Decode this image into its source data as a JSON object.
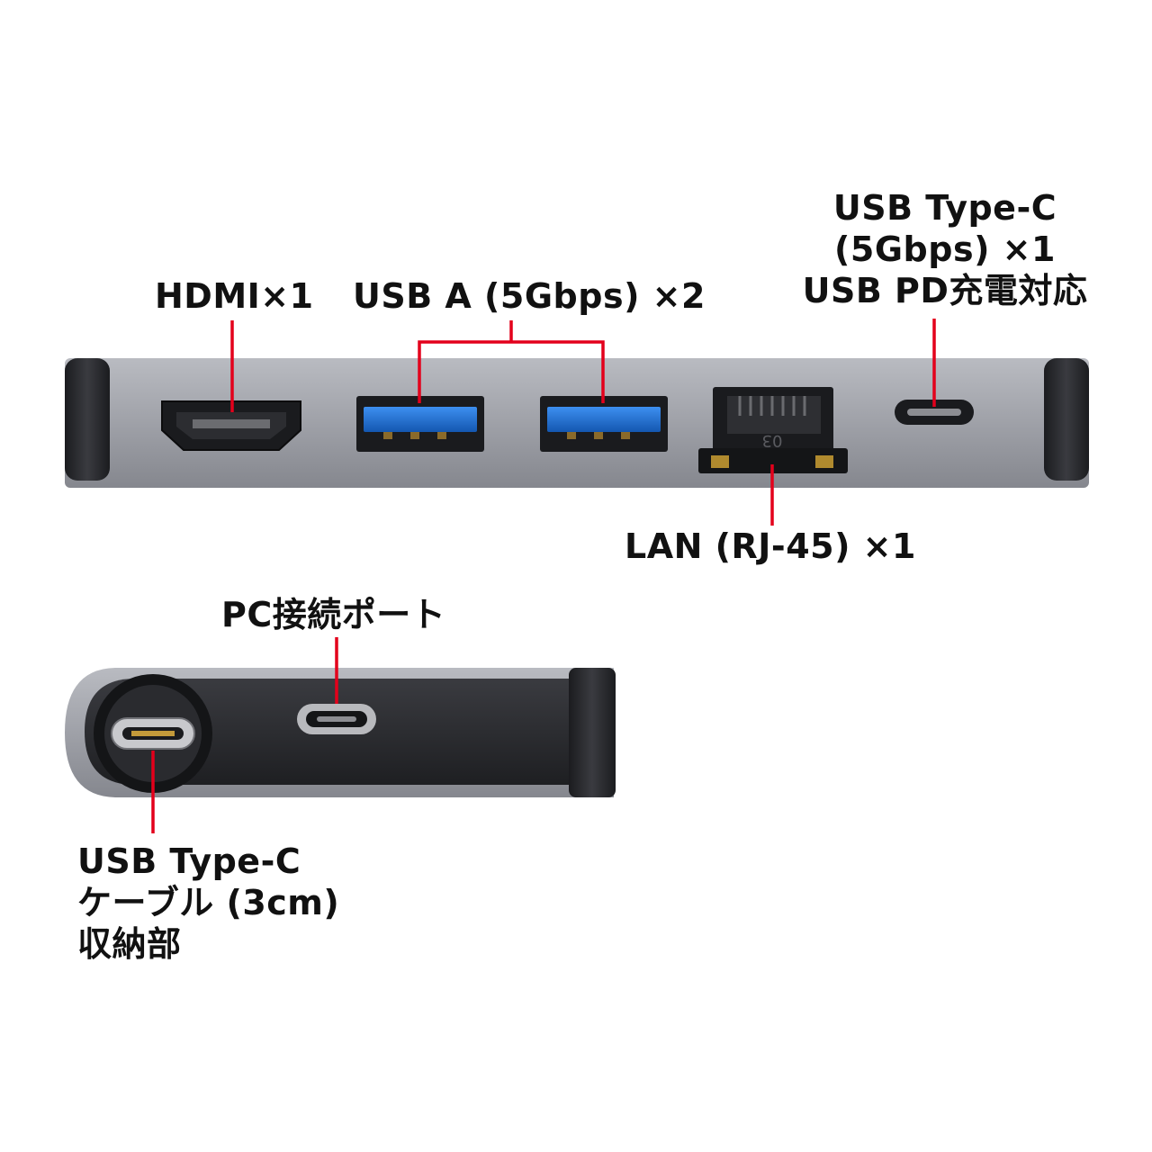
{
  "colors": {
    "leader_line": "#e3001b",
    "hub_body": "#9a9ca3",
    "hub_dark": "#2b2c30",
    "usb_blue": "#1f6fd1"
  },
  "top_view": {
    "hdmi_label": "HDMI×1",
    "usb_a_label": "USB A (5Gbps) ×2",
    "usb_c_label_line1": "USB Type-C",
    "usb_c_label_line2": "(5Gbps) ×1",
    "usb_c_label_line3": "USB PD充電対応",
    "lan_label": "LAN (RJ-45) ×1",
    "lan_port_marking": "03"
  },
  "side_view": {
    "pc_port_label": "PC接続ポート",
    "cable_label_line1": "USB Type-C",
    "cable_label_line2": "ケーブル (3cm)",
    "cable_label_line3": "収納部"
  }
}
